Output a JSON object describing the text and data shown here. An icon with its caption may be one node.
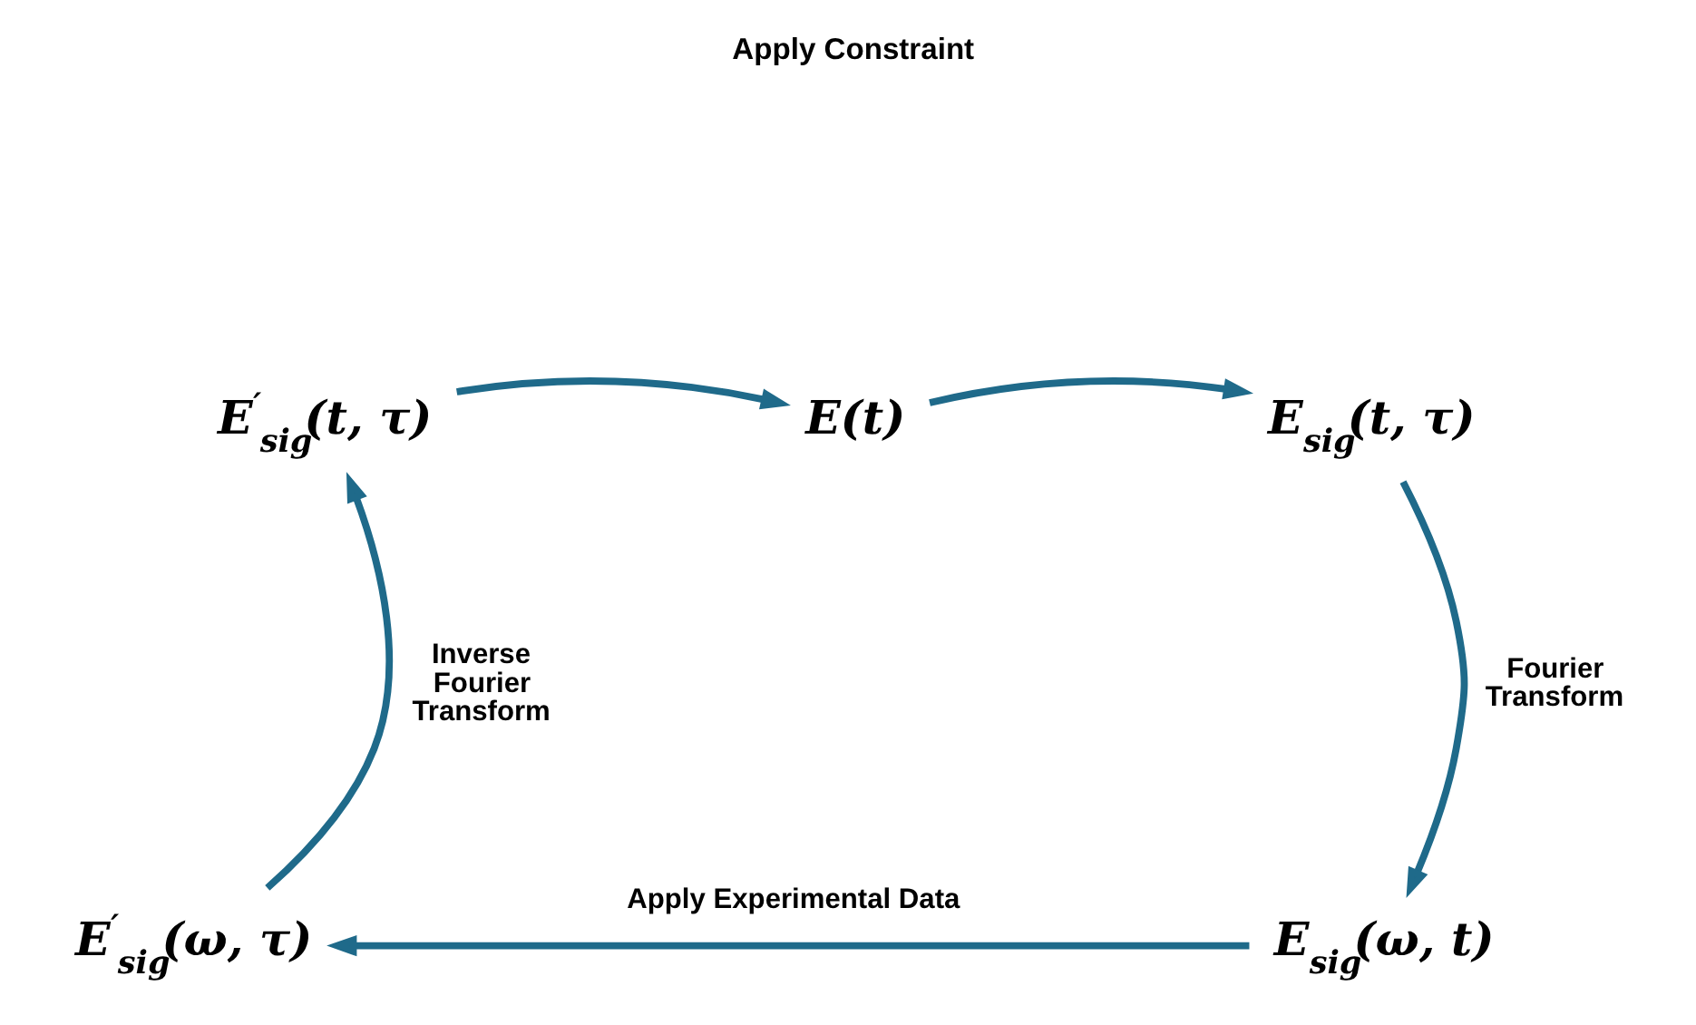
{
  "diagram": {
    "nodes": [
      {
        "text": [
          "E$^{′}$$_{sig}$(t, τ)"
        ]
      },
      {
        "text": [
          "E(t)"
        ]
      },
      {
        "text": [
          "E$_{sig}$(t, τ)"
        ]
      },
      {
        "text": [
          "E$_{sig}$(ω, t)"
        ]
      },
      {
        "text": [
          "E$^{′}$$_{sig}$(ω, τ)"
        ]
      }
    ],
    "edges": [
      {
        "from": 0,
        "to": 1,
        "arrow": "to"
      },
      {
        "from": 1,
        "to": 2,
        "arrow": "to"
      },
      {
        "from": 2,
        "to": 3,
        "arrow": "to",
        "label": "Fourier Transform"
      },
      {
        "from": 3,
        "to": 4,
        "arrow": "to",
        "label": "Apply Experimental Data"
      },
      {
        "from": 4,
        "to": 0,
        "arrow": "to",
        "label": "Inverse Fourier Transform"
      }
    ],
    "labels": [
      "Apply Constraint"
    ]
  }
}
